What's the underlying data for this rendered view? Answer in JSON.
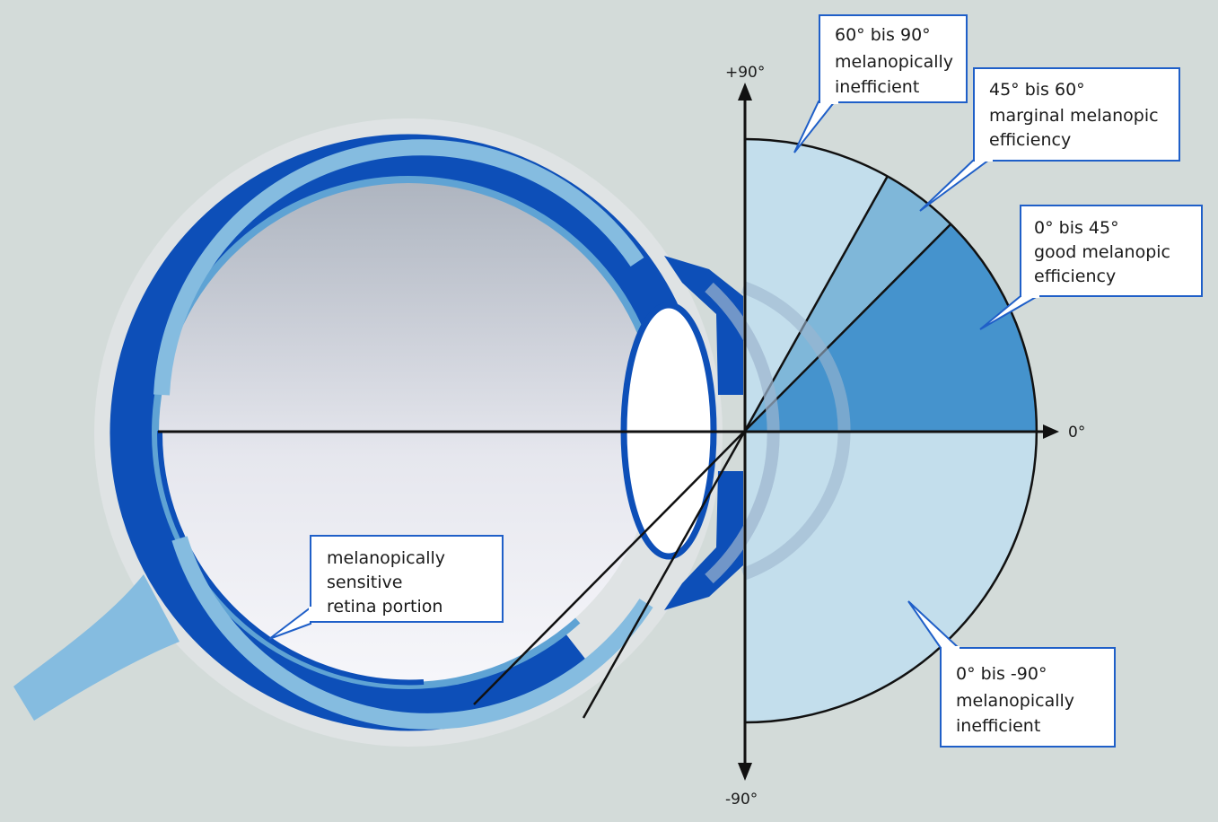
{
  "axis": {
    "top": "+90°",
    "bottom": "-90°",
    "right": "0°"
  },
  "callouts": {
    "c60_90": {
      "lines": [
        "60° bis 90°",
        "melanopically",
        "inefficient"
      ]
    },
    "c45_60": {
      "lines": [
        "45° bis 60°",
        "marginal melanopic",
        "efficiency"
      ]
    },
    "c0_45": {
      "lines": [
        "0° bis 45°",
        "good melanopic",
        "efficiency"
      ]
    },
    "c0_m90": {
      "lines": [
        "0° bis -90°",
        "melanopically",
        "inefficient"
      ]
    },
    "retina": {
      "lines": [
        "melanopically",
        "sensitive",
        "retina portion"
      ]
    }
  },
  "colors": {
    "background": "#d3dbd9",
    "sclera": "#0d4fb8",
    "choroid": "#5fa3d4",
    "retina": "#85bce0",
    "zone_inefficient": "#c3deec",
    "zone_marginal": "#7fb7d9",
    "zone_good": "#4593cd",
    "callout_border": "#1f5fc8"
  }
}
